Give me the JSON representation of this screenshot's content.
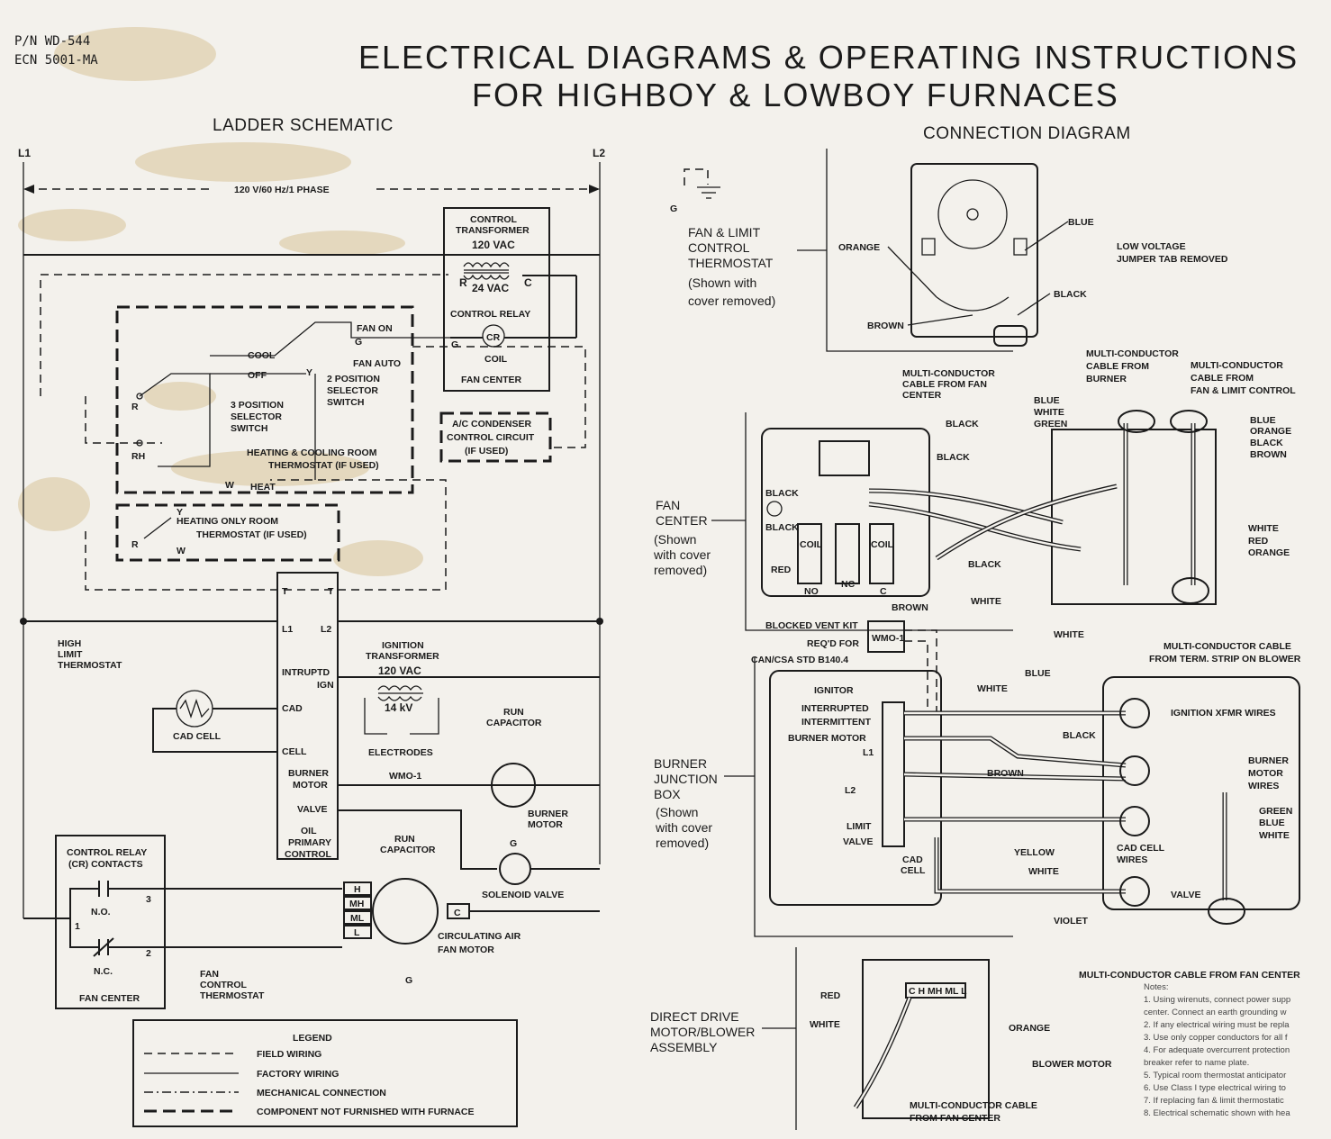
{
  "header": {
    "part_number": "P/N WD-544",
    "ecn": "ECN 5001-MA",
    "title_line1": "ELECTRICAL DIAGRAMS & OPERATING INSTRUCTIONS",
    "title_line2": "FOR HIGHBOY & LOWBOY FURNACES"
  },
  "ladder": {
    "title": "LADDER SCHEMATIC",
    "l1": "L1",
    "l2": "L2",
    "supply": "120 V/60 Hz/1 PHASE",
    "control_transformer": [
      "CONTROL",
      "TRANSFORMER",
      "120 VAC"
    ],
    "r": "R",
    "vac24": "24 VAC",
    "c": "C",
    "control_relay": "CONTROL RELAY",
    "g": "G",
    "cr": "CR",
    "coil": "COIL",
    "fan_center": "FAN CENTER",
    "ac_condenser": [
      "A/C CONDENSER",
      "CONTROL CIRCUIT",
      "(IF USED)"
    ],
    "fan_on": "FAN ON",
    "fan_auto": "FAN AUTO",
    "cool": "COOL",
    "off": "OFF",
    "y": "Y",
    "two_pos": [
      "2 POSITION",
      "SELECTOR",
      "SWITCH"
    ],
    "three_pos": [
      "3 POSITION",
      "SELECTOR",
      "SWITCH"
    ],
    "rh": "RH",
    "heat_cool_tstat": [
      "HEATING & COOLING ROOM",
      "THERMOSTAT (IF USED)"
    ],
    "w": "W",
    "heat": "HEAT",
    "heat_only_tstat": [
      "HEATING ONLY ROOM",
      "THERMOSTAT (IF USED)"
    ],
    "t": "T",
    "high_limit": [
      "HIGH",
      "LIMIT",
      "THERMOSTAT"
    ],
    "l1_term": "L1",
    "l2_term": "L2",
    "intruptd": "INTRUPTD",
    "ign": "IGN",
    "cad": "CAD",
    "cell": "CELL",
    "burner_motor_term": [
      "BURNER",
      "MOTOR"
    ],
    "valve": "VALVE",
    "oil_primary": [
      "OIL",
      "PRIMARY",
      "CONTROL"
    ],
    "ignition_transformer": [
      "IGNITION",
      "TRANSFORMER",
      "120 VAC"
    ],
    "kv14": "14 kV",
    "electrodes": "ELECTRODES",
    "cad_cell": "CAD CELL",
    "wmo1": "WMO-1",
    "run_cap": [
      "RUN",
      "CAPACITOR"
    ],
    "burner_motor": [
      "BURNER",
      "MOTOR"
    ],
    "solenoid_valve": "SOLENOID VALVE",
    "cr_contacts": [
      "CONTROL RELAY",
      "(CR) CONTACTS"
    ],
    "no": "N.O.",
    "nc": "N.C.",
    "n1": "1",
    "n2": "2",
    "n3": "3",
    "fan_center_box": "FAN CENTER",
    "fan_control_tstat": [
      "FAN",
      "CONTROL",
      "THERMOSTAT"
    ],
    "run_cap2": [
      "RUN",
      "CAPACITOR"
    ],
    "h": "H",
    "mh": "MH",
    "ml": "ML",
    "l": "L",
    "circ_fan": [
      "CIRCULATING AIR",
      "FAN MOTOR"
    ],
    "cr_c": "C"
  },
  "legend": {
    "title": "LEGEND",
    "items": [
      "FIELD WIRING",
      "FACTORY WIRING",
      "MECHANICAL CONNECTION",
      "COMPONENT NOT FURNISHED WITH FURNACE"
    ]
  },
  "connection": {
    "title": "CONNECTION DIAGRAM",
    "g": "G",
    "fan_limit": [
      "FAN & LIMIT",
      "CONTROL",
      "THERMOSTAT"
    ],
    "shown_cover": [
      "(Shown with",
      "cover removed)"
    ],
    "orange": "ORANGE",
    "blue": "BLUE",
    "black": "BLACK",
    "brown": "BROWN",
    "low_voltage": [
      "LOW VOLTAGE",
      "JUMPER TAB REMOVED"
    ],
    "mc_cable_fan": [
      "MULTI-CONDUCTOR",
      "CABLE FROM FAN",
      "CENTER"
    ],
    "mc_cable_burner": [
      "MULTI-CONDUCTOR",
      "CABLE FROM",
      "BURNER"
    ],
    "mc_cable_limit": [
      "MULTI-CONDUCTOR",
      "CABLE FROM",
      "FAN & LIMIT CONTROL"
    ],
    "burner_wires_left": [
      "BLUE",
      "WHITE",
      "GREEN"
    ],
    "limit_wires_right": [
      "BLUE",
      "ORANGE",
      "BLACK",
      "BROWN"
    ],
    "fan_center": [
      "FAN",
      "CENTER"
    ],
    "fan_center_cover": [
      "(Shown",
      "with cover",
      "removed)"
    ],
    "black_labels": [
      "BLACK",
      "BLACK",
      "BLACK",
      "BLACK",
      "BLACK"
    ],
    "red": "RED",
    "coil": "COIL",
    "no": "NO",
    "nc": "NC",
    "c": "C",
    "white": "WHITE",
    "right_wires": [
      "WHITE",
      "RED",
      "ORANGE"
    ],
    "mc_blower": [
      "MULTI-CONDUCTOR CABLE",
      "FROM TERM. STRIP ON BLOWER"
    ],
    "blocked_vent": [
      "BLOCKED VENT KIT",
      "REQ'D FOR",
      "CAN/CSA STD B140.4"
    ],
    "wmo1": "WMO-1",
    "ignitor": "IGNITOR",
    "interrupted": "INTERRUPTED",
    "intermittent": "INTERMITTENT",
    "burner_motor": "BURNER MOTOR",
    "l1": "L1",
    "l2": "L2",
    "limit": "LIMIT",
    "valve": "VALVE",
    "cad_cell": [
      "CAD",
      "CELL"
    ],
    "burner_jbox": [
      "BURNER",
      "JUNCTION",
      "BOX"
    ],
    "burner_jbox_cover": [
      "(Shown",
      "with cover",
      "removed)"
    ],
    "blue2": "BLUE",
    "white2": "WHITE",
    "black2": "BLACK",
    "brown2": "BROWN",
    "yellow": "YELLOW",
    "white3": "WHITE",
    "violet": "VIOLET",
    "ign_xfmr": "IGNITION XFMR WIRES",
    "burner_motor_wires": [
      "BURNER",
      "MOTOR",
      "WIRES"
    ],
    "cad_cell_wires": [
      "CAD CELL",
      "WIRES"
    ],
    "valve2": "VALVE",
    "gbw": [
      "GREEN",
      "BLUE",
      "WHITE"
    ],
    "mc_fan_center": "MULTI-CONDUCTOR CABLE FROM FAN CENTER",
    "direct_drive": [
      "DIRECT DRIVE",
      "MOTOR/BLOWER",
      "ASSEMBLY"
    ],
    "red2": "RED",
    "white4": "WHITE",
    "orange2": "ORANGE",
    "blower_motor": "BLOWER MOTOR",
    "mc_from_fan": [
      "MULTI-CONDUCTOR CABLE",
      "FROM FAN CENTER"
    ],
    "terminals": "C H MH ML L"
  },
  "notes": {
    "title": "Notes:",
    "lines": [
      "1. Using wirenuts, connect power supp",
      "center. Connect an earth grounding w",
      "2. If any electrical wiring must be repla",
      "3. Use only copper conductors for all f",
      "4. For adequate overcurrent protection",
      "breaker refer to name plate.",
      "5. Typical room thermostat anticipator",
      "6. Use Class I type electrical wiring to",
      "7. If replacing fan & limit thermostatic",
      "8. Electrical schematic shown with hea"
    ]
  }
}
